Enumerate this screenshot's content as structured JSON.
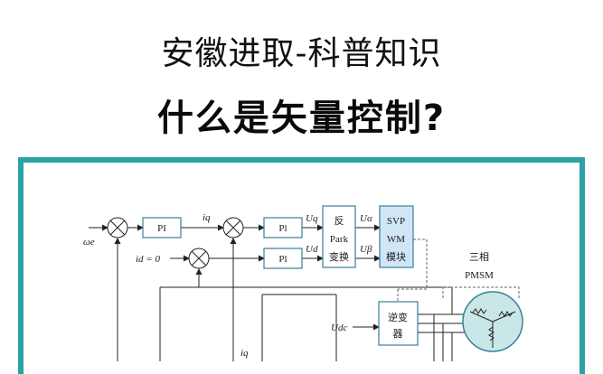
{
  "header": {
    "title": "安徽进取-科普知识",
    "subtitle": "什么是矢量控制?"
  },
  "diagram": {
    "input_omega": "ωe",
    "id_ref": "id = 0",
    "pi1": "PI",
    "pi2": "Pl",
    "pi3": "Pl",
    "iq_top": "iq",
    "iq_bottom": "iq",
    "uq": "Uq",
    "ud": "Ud",
    "ualpha": "Uα",
    "ubeta": "Uβ",
    "park_1": "反",
    "park_2": "Park",
    "park_3": "变换",
    "svpwm_1": "SVP",
    "svpwm_2": "WM",
    "svpwm_3": "模块",
    "inverter_1": "逆变",
    "inverter_2": "器",
    "udc": "Udc",
    "motor_1": "三相",
    "motor_2": "PMSM"
  },
  "colors": {
    "frame": "#2aa3a6",
    "block_border": "#3a7f9a",
    "svpwm_fill": "#cfe6f7",
    "motor_fill": "#c9e7e6"
  }
}
